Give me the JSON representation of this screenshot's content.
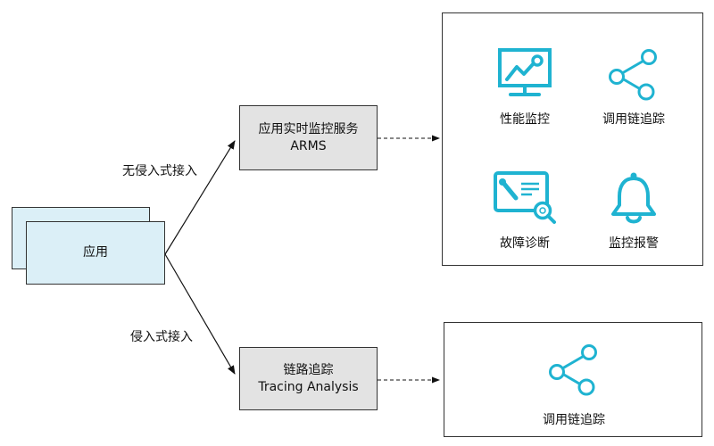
{
  "colors": {
    "icon_accent": "#1fb3d1",
    "app_fill": "#dbeff7",
    "service_fill": "#e3e3e3",
    "border": "#333333"
  },
  "app": {
    "label": "应用"
  },
  "edges": {
    "non_invasive": "无侵入式接入",
    "invasive": "侵入式接入"
  },
  "arms": {
    "title": "应用实时监控服务",
    "subtitle": "ARMS",
    "features": [
      {
        "icon": "monitor-chart-icon",
        "label": "性能监控"
      },
      {
        "icon": "share-network-icon",
        "label": "调用链追踪"
      },
      {
        "icon": "diagnosis-card-icon",
        "label": "故障诊断"
      },
      {
        "icon": "bell-icon",
        "label": "监控报警"
      }
    ]
  },
  "tracing": {
    "title": "链路追踪",
    "subtitle": "Tracing Analysis",
    "features": [
      {
        "icon": "share-network-icon",
        "label": "调用链追踪"
      }
    ]
  }
}
